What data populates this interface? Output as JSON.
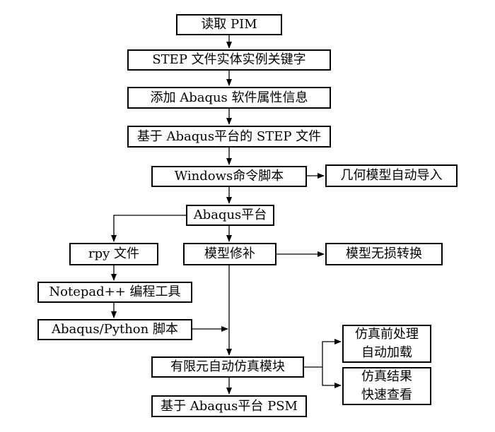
{
  "flowchart": {
    "read_pim": "读取 PIM",
    "step_keywords": "STEP 文件实体实例关键字",
    "add_attributes": "添加 Abaqus 软件属性信息",
    "step_file": "基于 Abaqus平台的 STEP 文件",
    "windows_script": "Windows命令脚本",
    "geometry_import": "几何模型自动导入",
    "abaqus_platform": "Abaqus平台",
    "rpy_file": "rpy 文件",
    "model_repair": "模型修补",
    "lossless_conversion": "模型无损转换",
    "notepad_tool": "Notepad++ 编程工具",
    "python_script": "Abaqus/Python 脚本",
    "fe_simulation_module": "有限元自动仿真模块",
    "preprocessing_line1": "仿真前处理",
    "preprocessing_line2": "自动加载",
    "results_line1": "仿真结果",
    "results_line2": "快速查看",
    "psm": "基于 Abaqus平台 PSM"
  }
}
